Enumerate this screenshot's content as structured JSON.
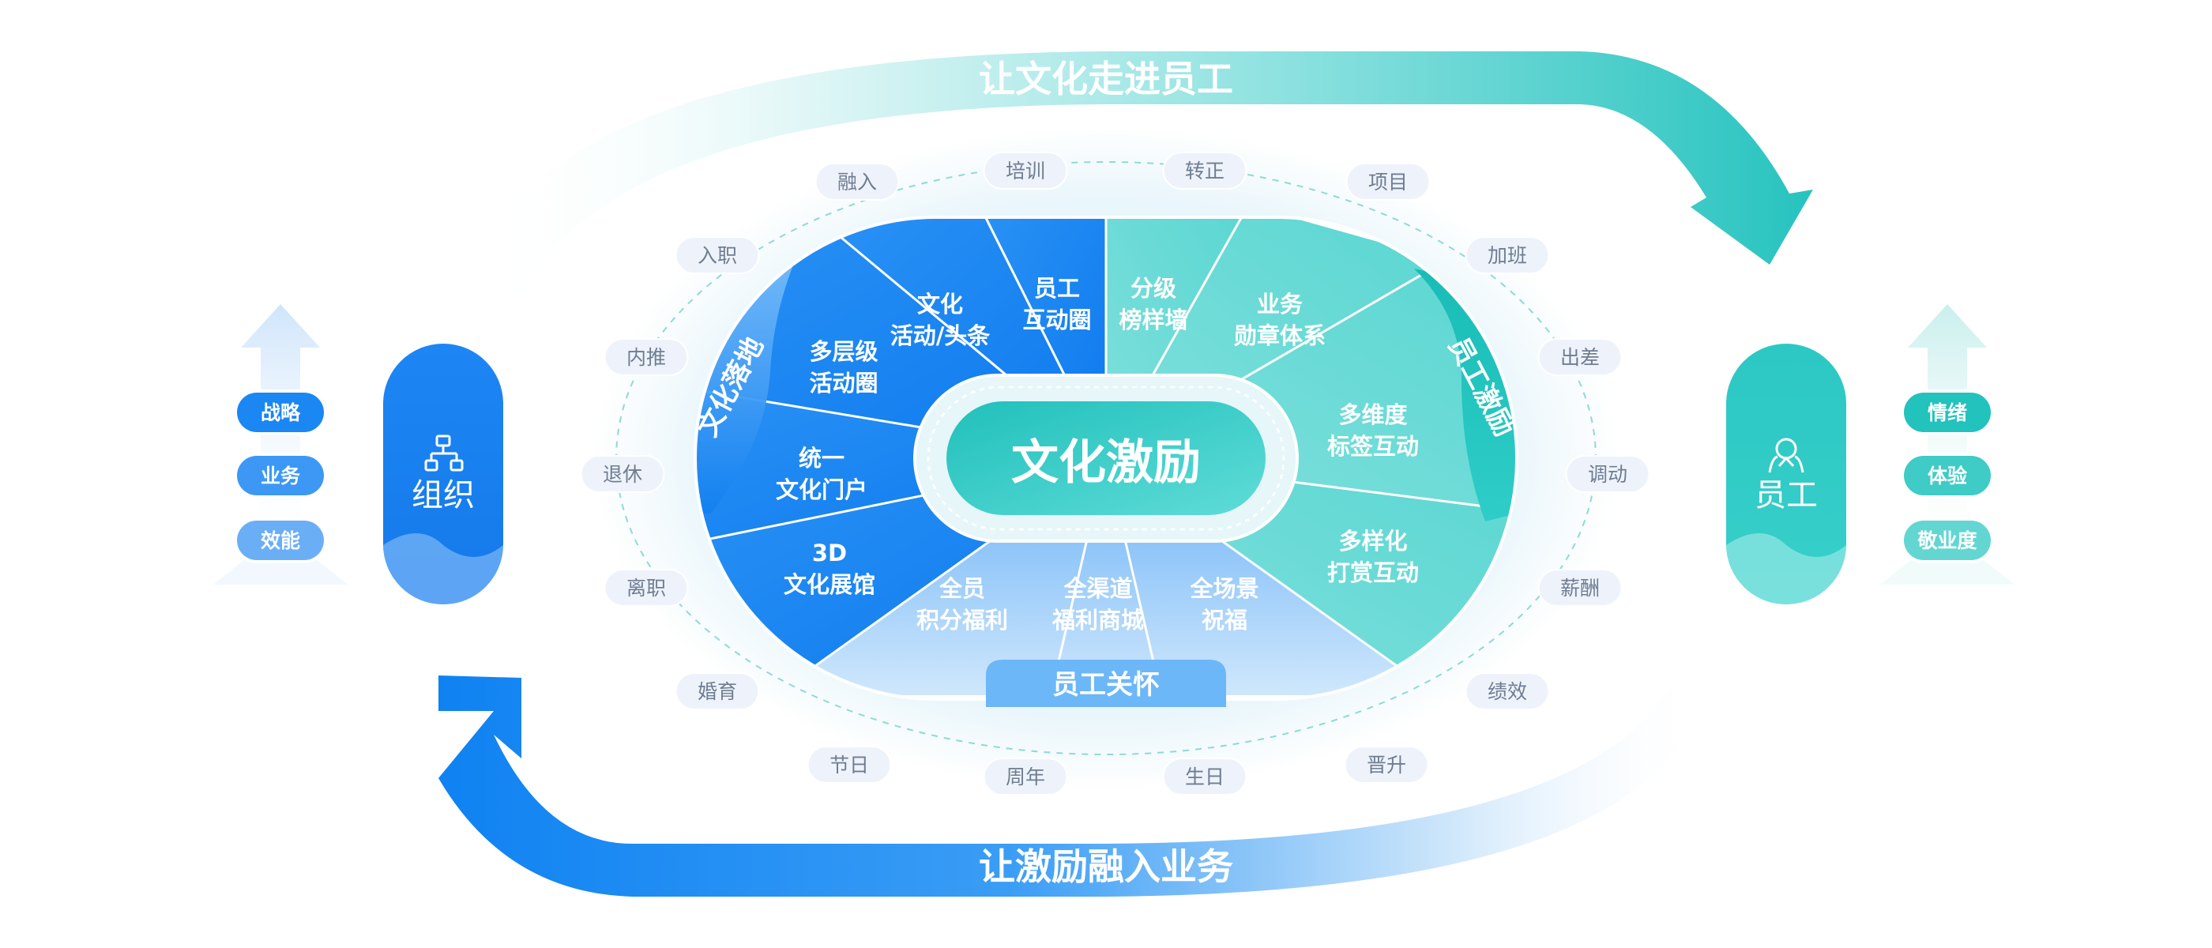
{
  "top_arrow_label": "让文化走进员工",
  "bottom_arrow_label": "让激励融入业务",
  "center_title": "文化激励",
  "left_side": {
    "title": "组织",
    "icon": "org-chart-icon",
    "tags": [
      "战略",
      "业务",
      "效能"
    ]
  },
  "right_side": {
    "title": "员工",
    "icon": "employee-icon",
    "tags": [
      "情绪",
      "体验",
      "敬业度"
    ]
  },
  "band_labels": {
    "left": "文化落地",
    "right": "员工激励",
    "bottom": "员工关怀"
  },
  "segments": {
    "left": [
      [
        "员工",
        "互动圈"
      ],
      [
        "文化",
        "活动/头条"
      ],
      [
        "多层级",
        "活动圈"
      ],
      [
        "统一",
        "文化门户"
      ],
      [
        "3D",
        "文化展馆"
      ]
    ],
    "right": [
      [
        "分级",
        "榜样墙"
      ],
      [
        "业务",
        "勋章体系"
      ],
      [
        "多维度",
        "标签互动"
      ],
      [
        "多样化",
        "打赏互动"
      ]
    ],
    "bottom": [
      [
        "全员",
        "积分福利"
      ],
      [
        "全渠道",
        "福利商城"
      ],
      [
        "全场景",
        "祝福"
      ]
    ]
  },
  "lifecycle_left": [
    "培训",
    "融入",
    "入职",
    "内推",
    "退休",
    "离职",
    "婚育",
    "节日",
    "周年"
  ],
  "lifecycle_right": [
    "转正",
    "项目",
    "加班",
    "出差",
    "调动",
    "薪酬",
    "绩效",
    "晋升",
    "生日"
  ],
  "colors": {
    "blue": "#1a87f3",
    "blue_dark": "#0b73e6",
    "teal": "#2cc8c4",
    "teal_light": "#7be0dc",
    "pill_text": "#6f7d92"
  }
}
